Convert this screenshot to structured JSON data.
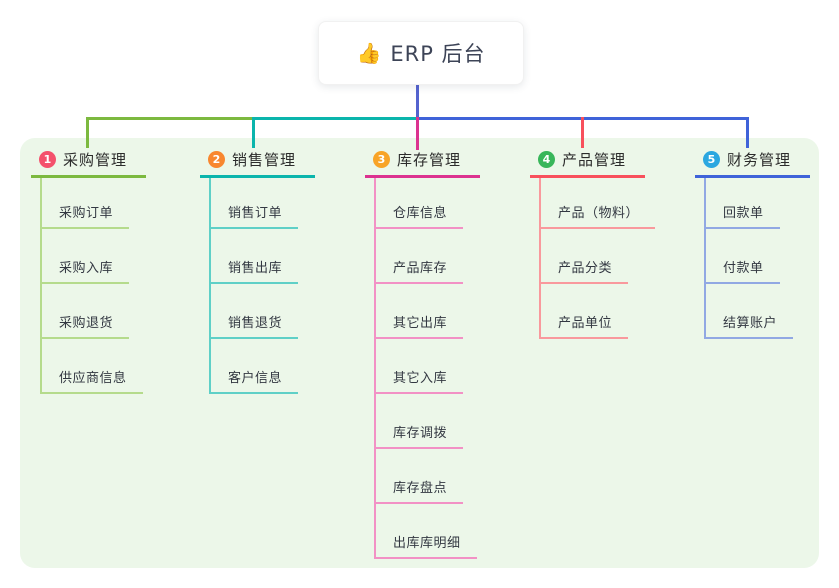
{
  "root": {
    "icon": "👍",
    "label": "ERP 后台"
  },
  "colors": {
    "canvas_bg": "#ffffff",
    "panel_bg": "#ECF7E9",
    "root_text": "#3d4457",
    "root_connector": "#5463CF"
  },
  "branches": [
    {
      "number": "1",
      "label": "采购管理",
      "color": "#7CB93F",
      "light_color": "#B5DB8C",
      "badge_color": "#F4516C",
      "children": [
        "采购订单",
        "采购入库",
        "采购退货",
        "供应商信息"
      ]
    },
    {
      "number": "2",
      "label": "销售管理",
      "color": "#0BB5AC",
      "light_color": "#5FD0C7",
      "badge_color": "#F8872F",
      "children": [
        "销售订单",
        "销售出库",
        "销售退货",
        "客户信息"
      ]
    },
    {
      "number": "3",
      "label": "库存管理",
      "color": "#DC3390",
      "light_color": "#F291C5",
      "badge_color": "#F8A427",
      "children": [
        "仓库信息",
        "产品库存",
        "其它出库",
        "其它入库",
        "库存调拨",
        "库存盘点",
        "出库库明细"
      ]
    },
    {
      "number": "4",
      "label": "产品管理",
      "color": "#F8505C",
      "light_color": "#F9999D",
      "badge_color": "#38B65A",
      "children": [
        "产品（物料）",
        "产品分类",
        "产品单位"
      ]
    },
    {
      "number": "5",
      "label": "财务管理",
      "color": "#3F63D9",
      "light_color": "#91A8E3",
      "badge_color": "#2BA7E0",
      "children": [
        "回款单",
        "付款单",
        "结算账户"
      ]
    }
  ]
}
